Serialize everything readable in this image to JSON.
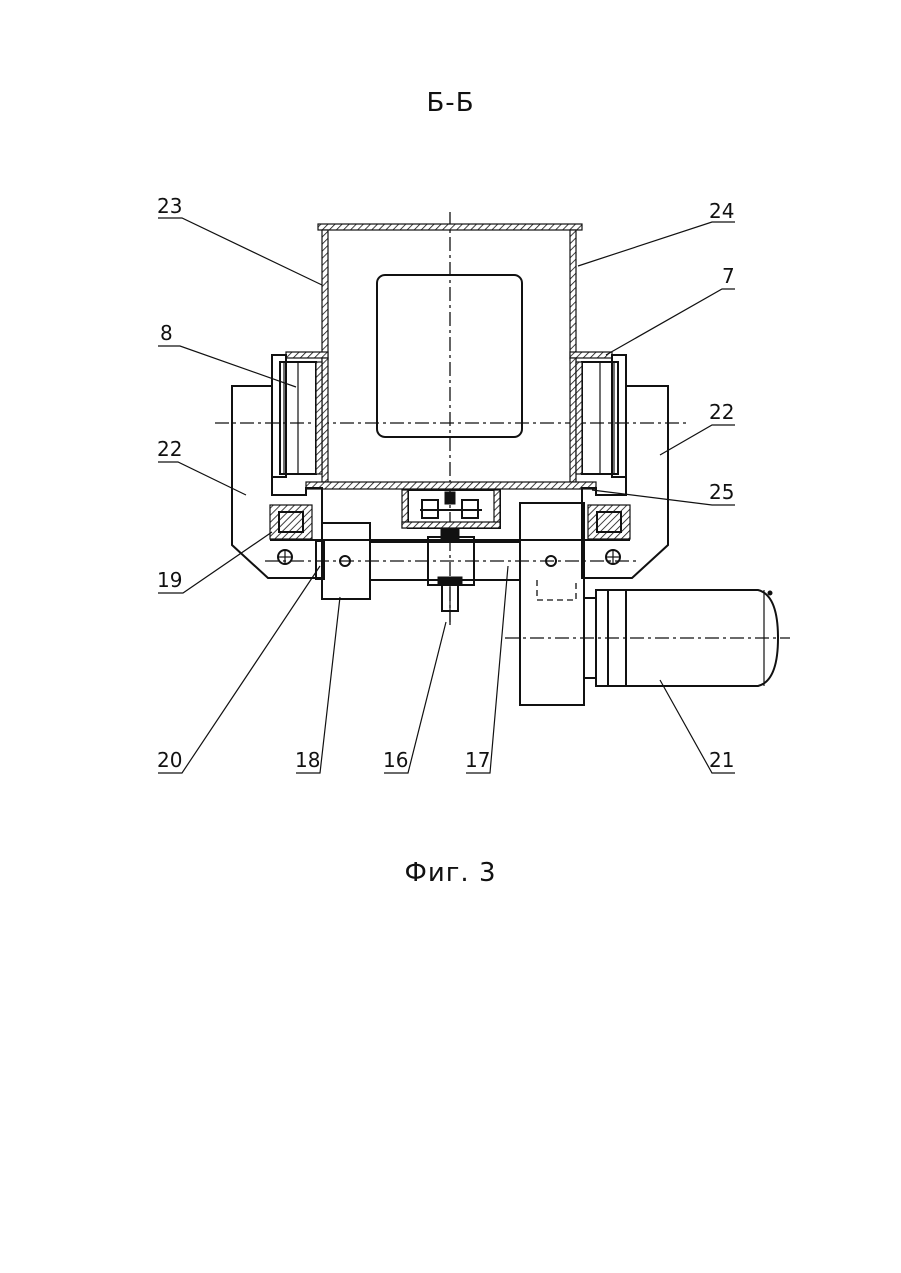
{
  "drawing": {
    "section_title": "Б-Б",
    "figure_caption": "Фиг. 3",
    "line_color": "#111111",
    "background_color": "#ffffff",
    "callouts": {
      "c23": "23",
      "c24": "24",
      "c7": "7",
      "c8": "8",
      "c22_left": "22",
      "c22_right": "22",
      "c25": "25",
      "c19": "19",
      "c20": "20",
      "c18": "18",
      "c16": "16",
      "c17": "17",
      "c21": "21"
    }
  }
}
